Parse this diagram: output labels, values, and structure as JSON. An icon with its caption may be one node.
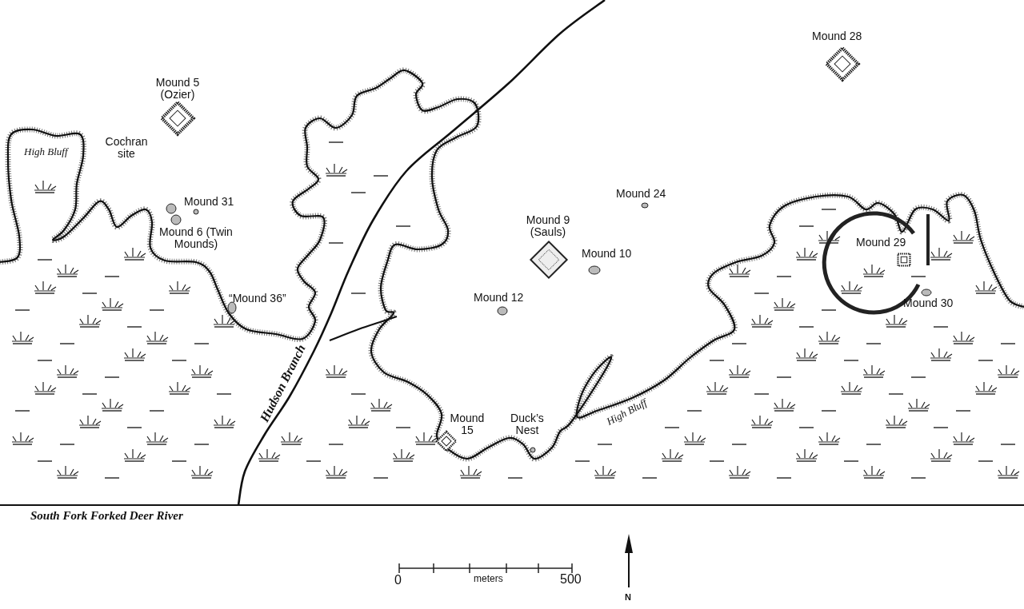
{
  "diagram": {
    "labels": [
      "Mound 28",
      "Mound 5 (Ozier)",
      "High Bluff",
      "Cochran site",
      "Mound 31",
      "Mound 24",
      "Mound 6 (Twin Mounds)",
      "Mound 9 (Sauls)",
      "Mound 29",
      "Mound 10",
      "“Mound 36”",
      "Mound 12",
      "Mound 30",
      "Hudson Branch",
      "Mound 15",
      "Duck’s Nest",
      "High Bluff",
      "South Fork Forked Deer River",
      "0",
      "meters",
      "500",
      "N"
    ]
  }
}
